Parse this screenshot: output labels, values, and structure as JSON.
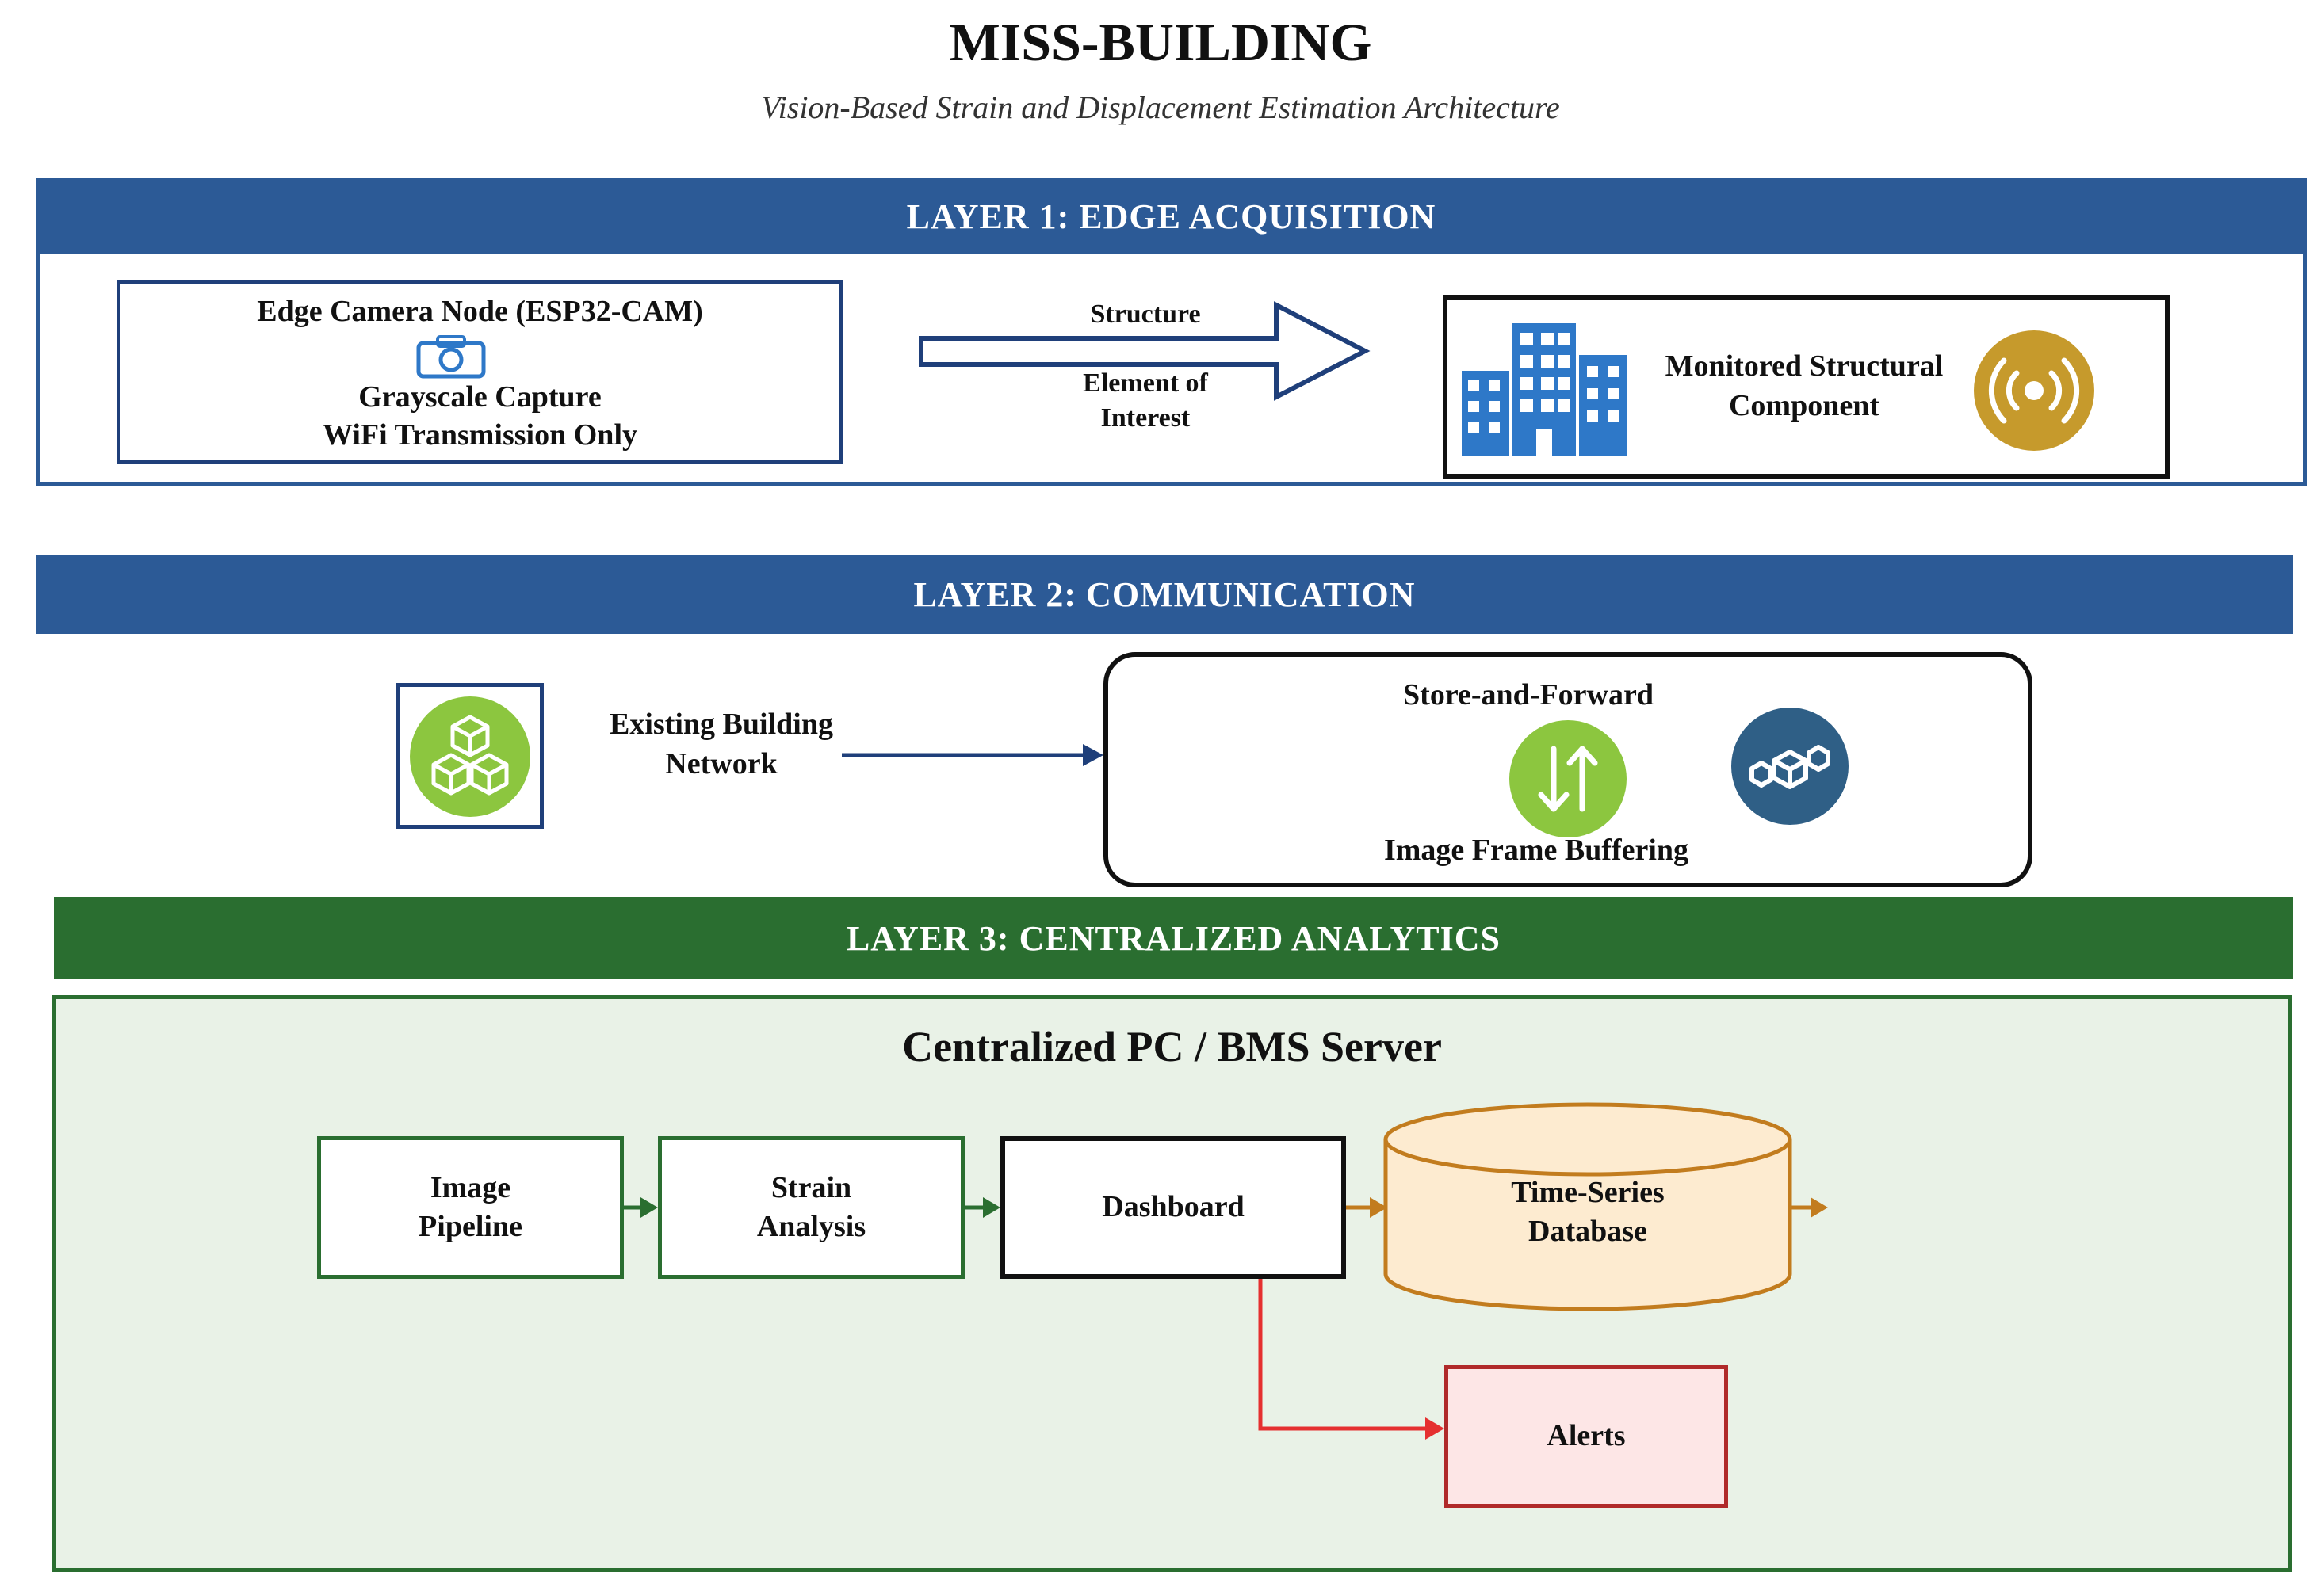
{
  "title": "MISS-BUILDING",
  "subtitle": "Vision-Based Strain and Displacement Estimation Architecture",
  "layer1": {
    "header": "LAYER 1: EDGE ACQUISITION",
    "camera_node": {
      "title": "Edge Camera Node (ESP32-CAM)",
      "line1": "Grayscale Capture",
      "line2": "WiFi Transmission Only",
      "icon": "camera-icon"
    },
    "arrow_label_top": "Structure",
    "arrow_label_bottom_1": "Element of",
    "arrow_label_bottom_2": "Interest",
    "component": {
      "line1": "Monitored Structural",
      "line2": "Component",
      "icons": [
        "building-icon",
        "sensor-signal-icon"
      ]
    }
  },
  "layer2": {
    "header": "LAYER 2: COMMUNICATION",
    "network_label_1": "Existing Building",
    "network_label_2": "Network",
    "network_icon": "cubes-icon",
    "buffer": {
      "top_label": "Store-and-Forward",
      "bottom_label": "Image Frame Buffering",
      "icons": [
        "transfer-arrows-icon",
        "link-icon"
      ]
    }
  },
  "layer3": {
    "header": "LAYER 3: CENTRALIZED ANALYTICS",
    "server_title": "Centralized PC / BMS Server",
    "pipeline": [
      {
        "line1": "Image",
        "line2": "Pipeline"
      },
      {
        "line1": "Strain",
        "line2": "Analysis"
      },
      {
        "line1": "Dashboard",
        "line2": ""
      }
    ],
    "database": {
      "line1": "Time-Series",
      "line2": "Database"
    },
    "alerts": "Alerts"
  },
  "colors": {
    "layer_blue": "#2c5a96",
    "layer_green": "#2a6e30",
    "analytics_bg": "#e9f2e7",
    "database_fill": "#fdebd0",
    "database_stroke": "#c27c1e",
    "alert_stroke": "#b02a2a",
    "alert_fill": "#fde6e6",
    "alert_arrow": "#e53030",
    "icon_blue": "#2e78c8",
    "icon_gold": "#c69a2c",
    "icon_green": "#8cc63f",
    "icon_navy": "#2f5f86"
  }
}
